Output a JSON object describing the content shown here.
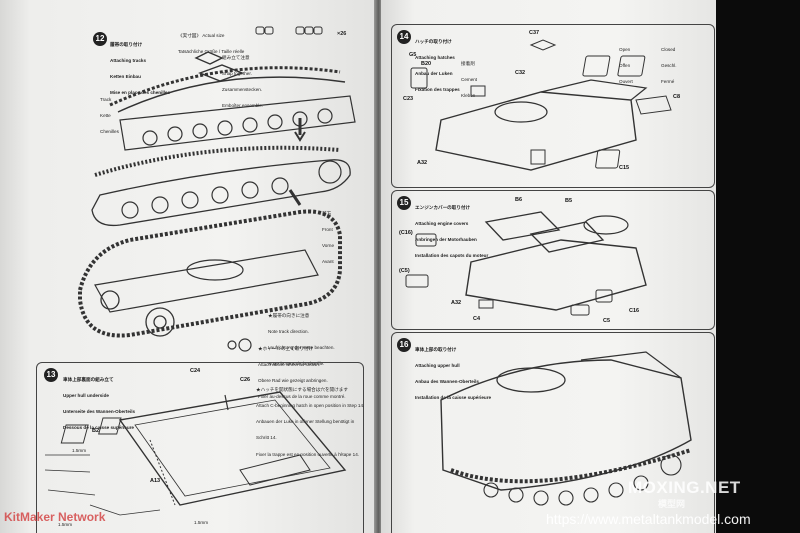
{
  "left_page": {
    "step12": {
      "number": "12",
      "title_lines": [
        "履帯の取り付け",
        "Attaching tracks",
        "Ketten Einbau",
        "Mise en place des chenilles",
        "Montaje de las orugas"
      ],
      "actual_size_lines": [
        "《実寸図》 Actual size",
        "Tatsächliche Größe / Taille réelle"
      ],
      "count": "×26",
      "note_lines": [
        "組み立て注意",
        "Snap together.",
        "Zusammenstecken.",
        "Emboîter ensemble."
      ],
      "track_label_lines": [
        "Track",
        "Kette",
        "Chenilles"
      ],
      "front_label_lines": [
        "前方",
        "Front",
        "Vorne",
        "Avant"
      ],
      "direction_note_lines": [
        "★履帯の向きに注意",
        "Note track direction.",
        "Laufrichtung der Kette beachten.",
        "Noter le sens de la chenille."
      ],
      "wheel_note_lines": [
        "★ホイールの上で取り付け",
        "Attach above wheel as shown.",
        "Obere Rad wie gezeigt anbringen.",
        "Fixer au-dessus de la roue comme montré."
      ]
    },
    "step13": {
      "number": "13",
      "title_lines": [
        "車体上部裏面の組み立て",
        "Upper hull underside",
        "Unterseite des Wannen-Oberteils",
        "Dessous de la caisse supérieure"
      ],
      "parts": [
        "C24",
        "C26",
        "B2",
        "A13"
      ],
      "c26_note_lines": [
        "★ハッチを開状態にする場合は穴を開けます",
        "Attach C-beginning hatch in open position in Step 14.",
        "Anbauen der Luke in offener Stellung benötigt in",
        "Schritt 14.",
        "Fixer la trappe est en position ouverte à l'étape 14."
      ],
      "dims": [
        "1.5mm",
        "1.5mm",
        "1.5mm"
      ]
    }
  },
  "right_page": {
    "step14": {
      "number": "14",
      "title_lines": [
        "ハッチの取り付け",
        "Attaching hatches",
        "Anbau der Luken",
        "Fixation des trappes"
      ],
      "parts": [
        "C37",
        "G5",
        "B20",
        "C23",
        "C32",
        "C8",
        "A32",
        "C15"
      ],
      "cement_lines": [
        "接着剤",
        "Cement",
        "Kleben"
      ],
      "open_lines": [
        "Open",
        "Offen",
        "Ouvert"
      ],
      "closed_lines": [
        "Closed",
        "Geschl.",
        "Fermé"
      ]
    },
    "step15": {
      "number": "15",
      "title_lines": [
        "エンジンカバーの取り付け",
        "Attaching engine covers",
        "Anbringen der Motorhauben",
        "Installation des capots du moteur"
      ],
      "parts": [
        "B6",
        "B5",
        "(C16)",
        "(C5)",
        "A32",
        "C4",
        "C5",
        "C16"
      ]
    },
    "step16": {
      "number": "16",
      "title_lines": [
        "車体上部の取り付け",
        "Attaching upper hull",
        "Anbau des Wannen-Oberteils",
        "Installation de la caisse supérieure"
      ]
    }
  },
  "watermarks": {
    "moxing_main": "MOXING.NET",
    "moxing_sub": "模型网",
    "url": "https://www.metaltankmodel.com",
    "kit_maker": "KitMaker Network"
  },
  "colors": {
    "background": "#0b0b0b",
    "paper": "#f2f2f0",
    "line": "#333333",
    "watermark": "#ffffff"
  }
}
